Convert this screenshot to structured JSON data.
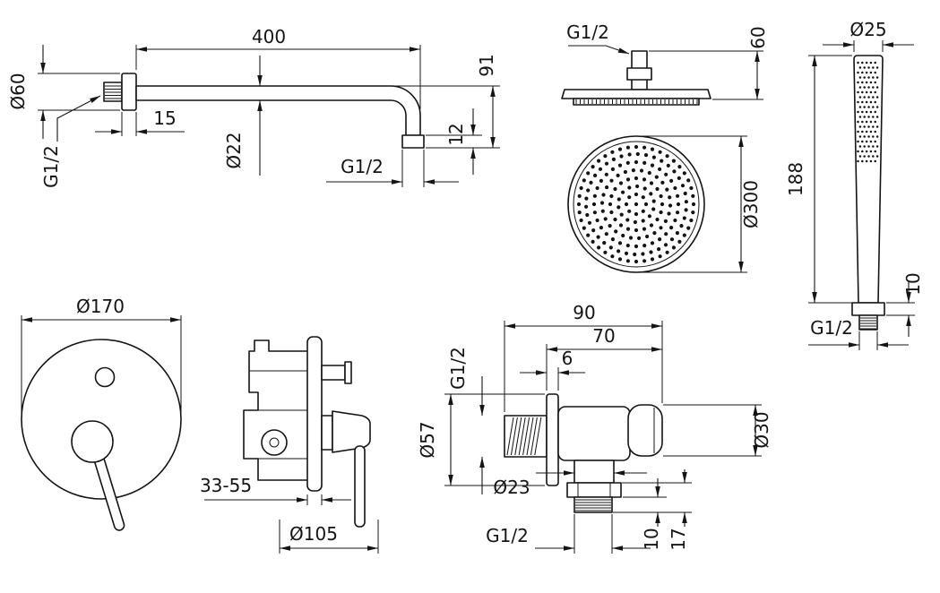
{
  "drawing": {
    "arm": {
      "length": "400",
      "drop": "91",
      "outlet_height": "12",
      "flange_depth": "15",
      "flange_dia": "Ø60",
      "pipe_dia": "Ø22",
      "wall_thread": "G1/2",
      "outlet_thread": "G1/2"
    },
    "head": {
      "thread": "G1/2",
      "height": "60",
      "dia": "Ø300"
    },
    "hand": {
      "dia": "Ø25",
      "length": "188",
      "nut_height": "10",
      "thread": "G1/2"
    },
    "plate": {
      "dia": "Ø170"
    },
    "valve": {
      "depth_range": "33-55",
      "dia": "Ø105"
    },
    "outlet": {
      "width": "90",
      "body_width": "70",
      "plate_thickness": "6",
      "inlet_thread": "G1/2",
      "flange_dia": "Ø57",
      "pipe_dia": "Ø23",
      "holder_dia": "Ø30",
      "outlet_thread": "G1/2",
      "thread_len": "10",
      "total_len": "17"
    }
  }
}
